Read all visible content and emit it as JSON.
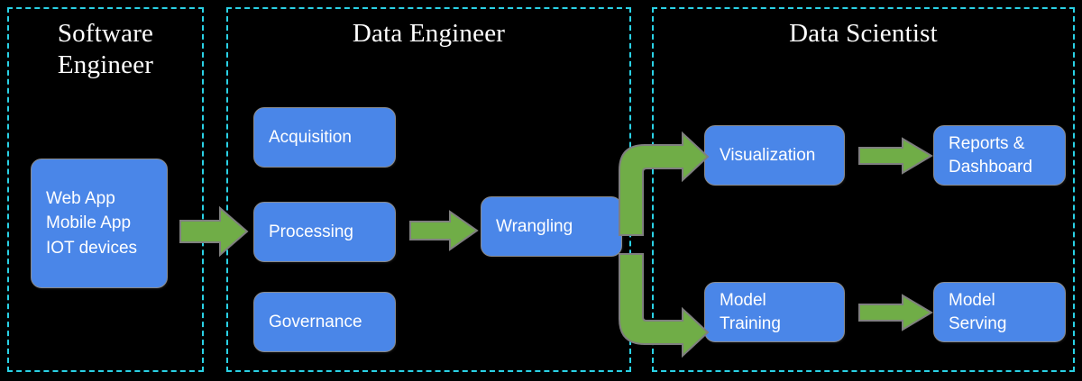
{
  "diagram": {
    "title": "Data pipeline roles flow diagram",
    "background_color": "#000000",
    "panel_border_color": "#2ad2e6",
    "node_fill_color": "#4a86e8",
    "node_text_color": "#ffffff",
    "arrow_fill_color": "#70ad47",
    "arrow_border_color": "#7f7f7f"
  },
  "panels": [
    {
      "id": "software-engineer",
      "label": "Software\nEngineer",
      "title_line1": "Software",
      "title_line2": "Engineer"
    },
    {
      "id": "data-engineer",
      "label": "Data Engineer",
      "title_line1": "Data Engineer",
      "title_line2": ""
    },
    {
      "id": "data-scientist",
      "label": "Data Scientist",
      "title_line1": "Data Scientist",
      "title_line2": ""
    }
  ],
  "nodes": {
    "sources": "Web App\nMobile App\nIOT devices",
    "acquisition": "Acquisition",
    "processing": "Processing",
    "governance": "Governance",
    "wrangling": "Wrangling",
    "visualization": "Visualization",
    "reports_dashboard": "Reports &\nDashboard",
    "model_training": "Model\nTraining",
    "model_serving": "Model\nServing"
  },
  "arrows": [
    {
      "id": "sources-to-processing",
      "from": "sources",
      "to": "processing",
      "shape": "straight"
    },
    {
      "id": "processing-to-wrangling",
      "from": "processing",
      "to": "wrangling",
      "shape": "straight"
    },
    {
      "id": "wrangling-to-visualization",
      "from": "wrangling",
      "to": "visualization",
      "shape": "elbow-up"
    },
    {
      "id": "wrangling-to-model-training",
      "from": "wrangling",
      "to": "model_training",
      "shape": "elbow-down"
    },
    {
      "id": "visualization-to-reports",
      "from": "visualization",
      "to": "reports_dashboard",
      "shape": "straight"
    },
    {
      "id": "model-training-to-model-serving",
      "from": "model_training",
      "to": "model_serving",
      "shape": "straight"
    }
  ]
}
